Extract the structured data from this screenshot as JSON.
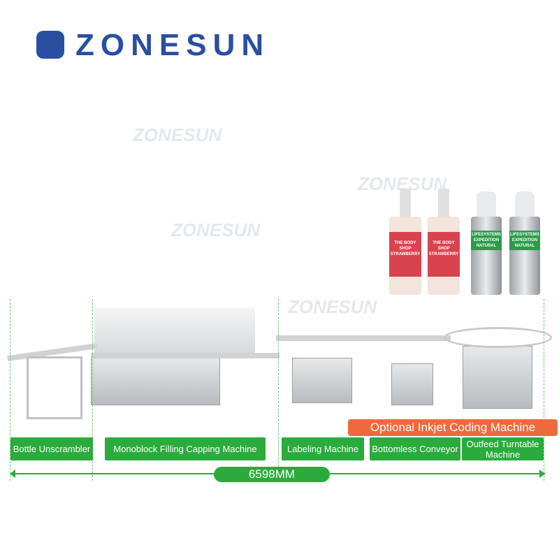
{
  "brand": {
    "name": "ZONESUN",
    "watermark": "ZONESUN",
    "color": "#2a4fa0"
  },
  "products": [
    "THE BODY SHOP STRAWBERRY",
    "THE BODY SHOP STRAWBERRY",
    "LIFESYSTEMS EXPEDITION NATURAL",
    "LIFESYSTEMS EXPEDITION NATURAL"
  ],
  "stations": [
    {
      "label": "Bottle Unscrambler"
    },
    {
      "label": "Monoblock Filling Capping Machine"
    },
    {
      "label": "Labeling Machine"
    },
    {
      "label": "Bottomless Conveyor"
    },
    {
      "label": "Outfeed Turntable Machine"
    }
  ],
  "optional": "Optional Inkjet Coding Machine",
  "total_length": "6598MM",
  "colors": {
    "green": "#2aab3c",
    "orange": "#ee6a3c"
  }
}
